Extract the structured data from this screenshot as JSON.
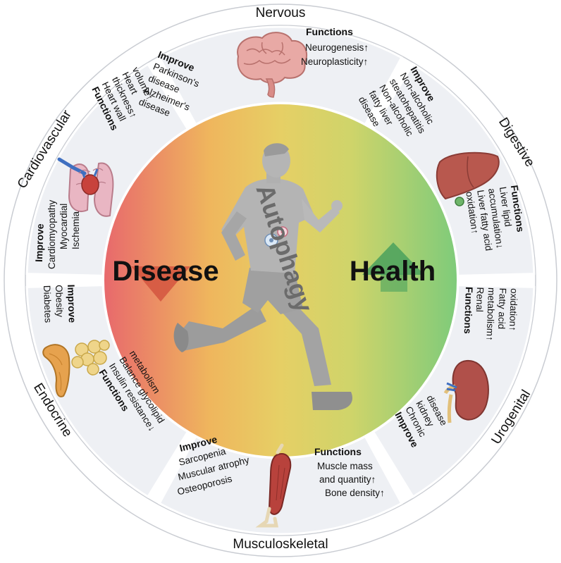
{
  "center": {
    "disease_label": "Disease",
    "health_label": "Health",
    "autophagy_label": "Autophagy",
    "gradient_colors": [
      "#e8696c",
      "#efb65d",
      "#e6cf65",
      "#cfd46a",
      "#7fcb7a"
    ],
    "disease_arrow_color": "#d4553f",
    "health_arrow_color": "#4aa15d"
  },
  "systems": {
    "nervous": "Nervous",
    "digestive": "Digestive",
    "urogenital": "Urogenital",
    "musculoskeletal": "Musculoskeletal",
    "endocrine": "Endocrine",
    "cardiovascular": "Cardiovascular"
  },
  "headings": {
    "functions": "Functions",
    "improve": "Improve"
  },
  "nervous": {
    "functions": [
      "Neurogenesis↑",
      "Neuroplasticity↑"
    ],
    "improve": [
      "Parkinson's",
      "disease",
      "Alzheimer's",
      "disease"
    ]
  },
  "digestive": {
    "improve": [
      "Non-alcoholic",
      "steatohepatitis",
      "Non-alcoholic",
      "fatty liver",
      "disease"
    ],
    "functions": [
      "Liver lipid",
      "accumulation↓",
      "Liver fatty acid",
      "oxidation↑"
    ]
  },
  "urogenital": {
    "functions": [
      "Renal",
      "metabolism↑",
      "Fatty acid",
      "oxidation↑"
    ],
    "improve": [
      "Chronic",
      "kidney",
      "disease"
    ]
  },
  "musculoskeletal": {
    "functions": [
      "Muscle mass",
      "and quantity↑",
      "Bone density↑"
    ],
    "improve": [
      "Sarcopenia",
      "Muscular atrophy",
      "Osteoporosis"
    ]
  },
  "endocrine": {
    "improve": [
      "Obesity",
      "Diabetes"
    ],
    "functions": [
      "Insulin resistance↓",
      "Balance glycolipid",
      "metabolism"
    ]
  },
  "cardiovascular": {
    "functions": [
      "Heart wall",
      "thickness↑",
      "Heart",
      "volume↑"
    ],
    "improve": [
      "Cardiomyopathy",
      "Myocardial",
      "Ischemia"
    ]
  }
}
